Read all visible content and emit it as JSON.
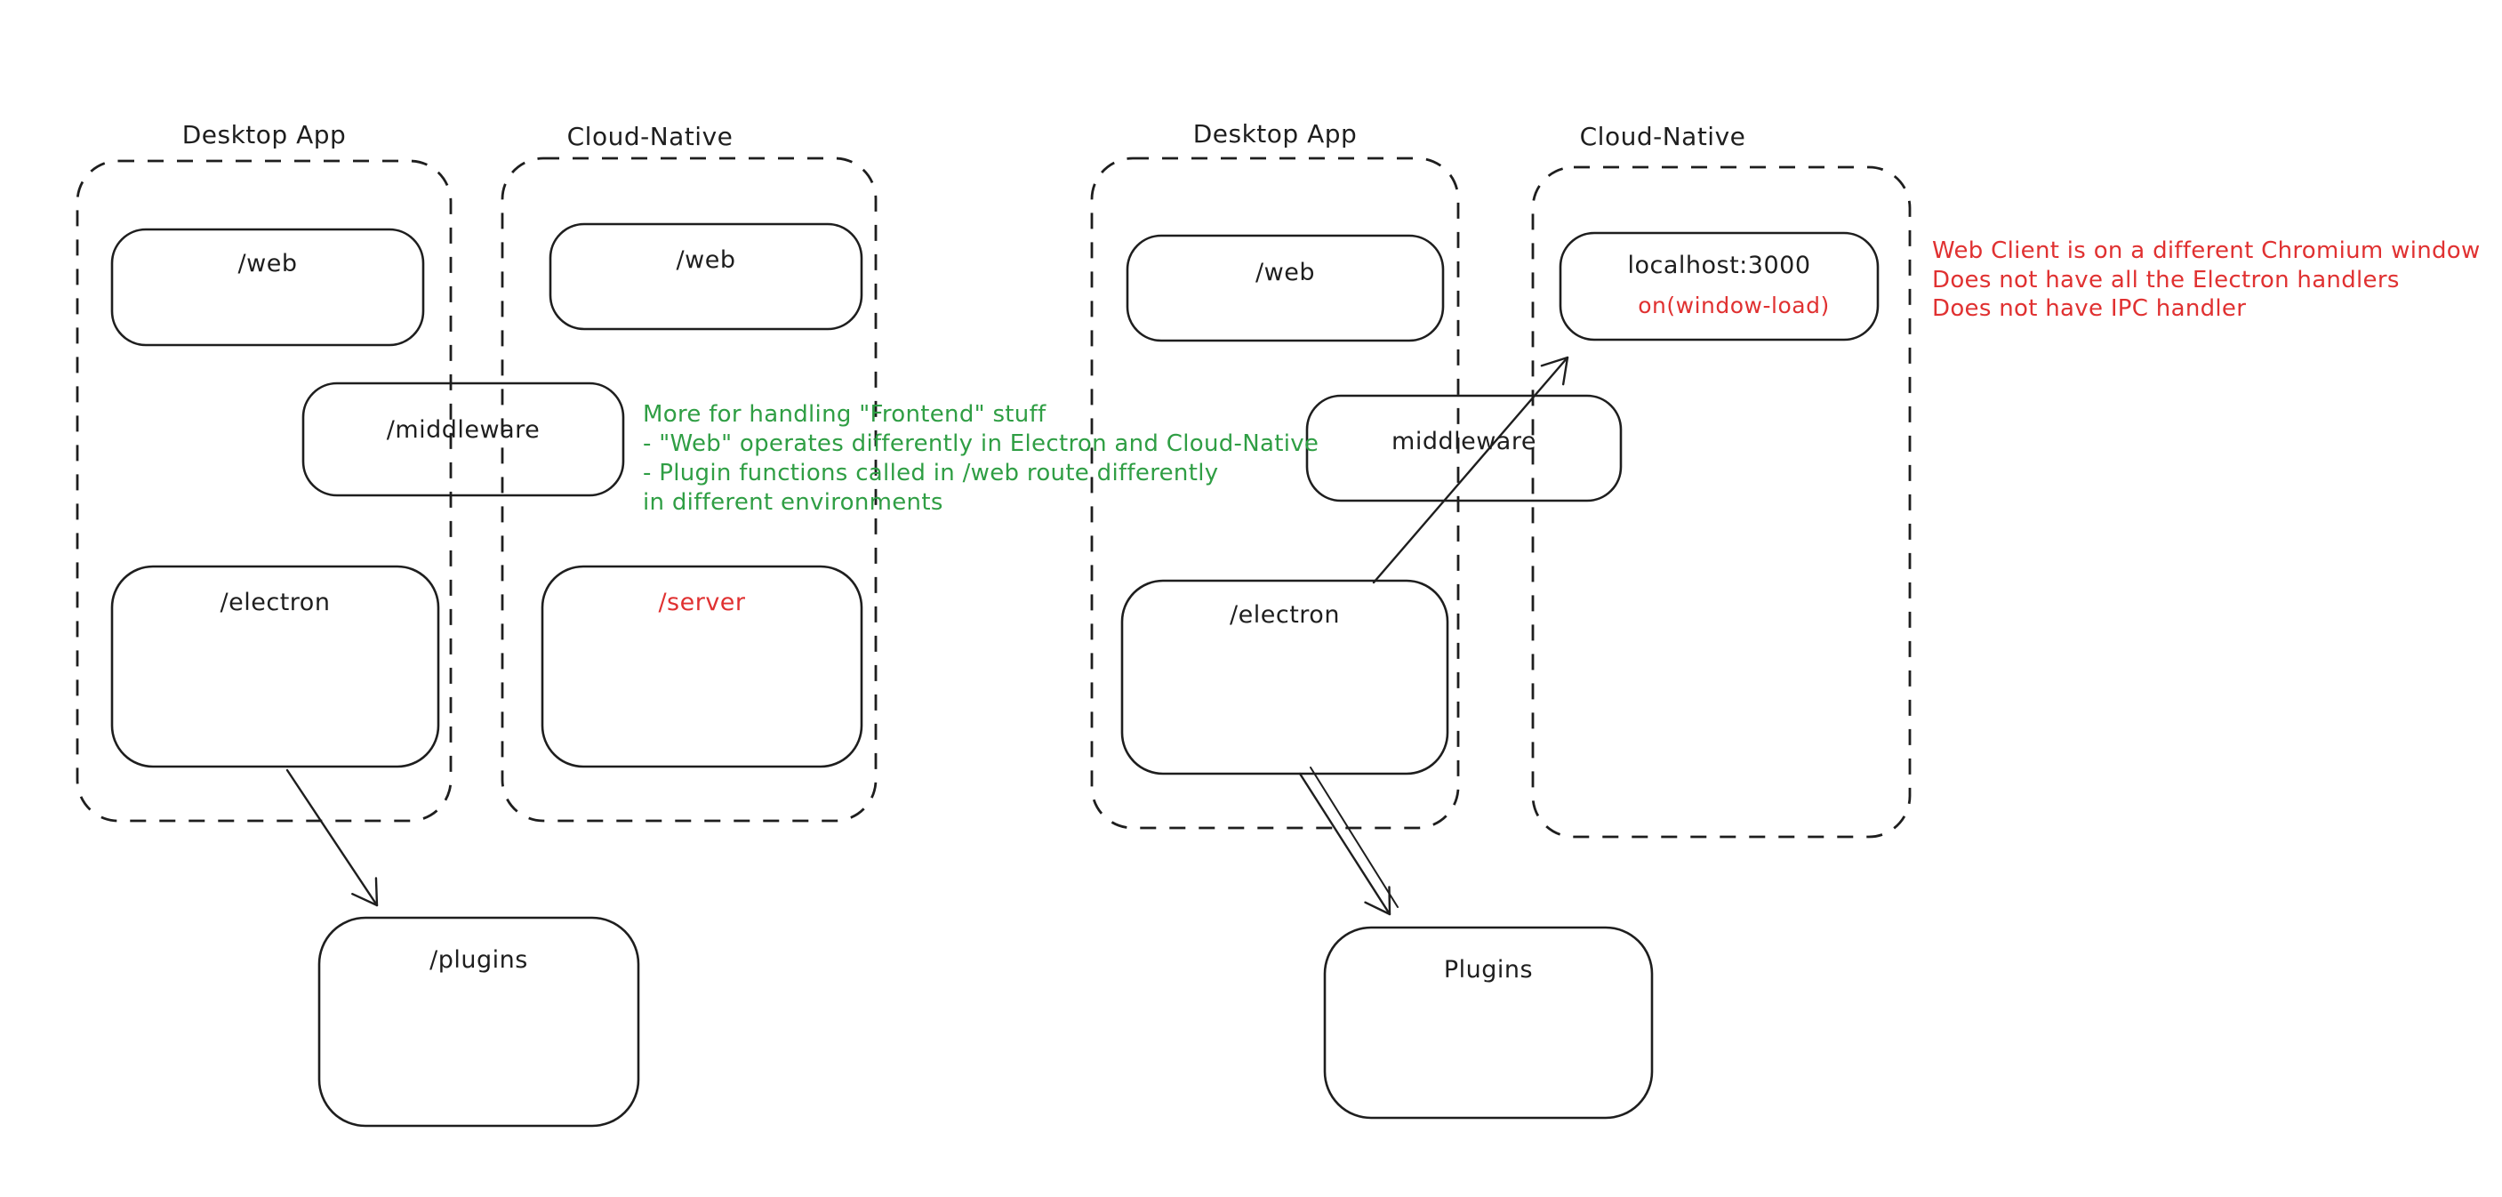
{
  "colors": {
    "stroke": "#1e1e1e",
    "annotation_green": "#2f9e44",
    "annotation_red": "#e03131",
    "background": "#ffffff"
  },
  "left": {
    "desktop_label": "Desktop App",
    "cloud_label": "Cloud-Native",
    "web_desktop": "/web",
    "web_cloud": "/web",
    "middleware": "/middleware",
    "electron": "/electron",
    "server": "/server",
    "plugins": "/plugins",
    "green_note": {
      "line1": "More for handling \"Frontend\" stuff",
      "line2": "- \"Web\" operates differently in Electron and Cloud-Native",
      "line3": "- Plugin functions called in /web route differently",
      "line4": "in different environments"
    }
  },
  "right": {
    "desktop_label": "Desktop App",
    "cloud_label": "Cloud-Native",
    "web": "/web",
    "localhost": "localhost:3000",
    "window_load": "on(window-load)",
    "middleware": "middleware",
    "electron": "/electron",
    "plugins": "Plugins",
    "red_note": {
      "line1": "Web Client is on a different Chromium window",
      "line2": "Does not have all the Electron handlers",
      "line3": "Does not have IPC handler"
    }
  }
}
